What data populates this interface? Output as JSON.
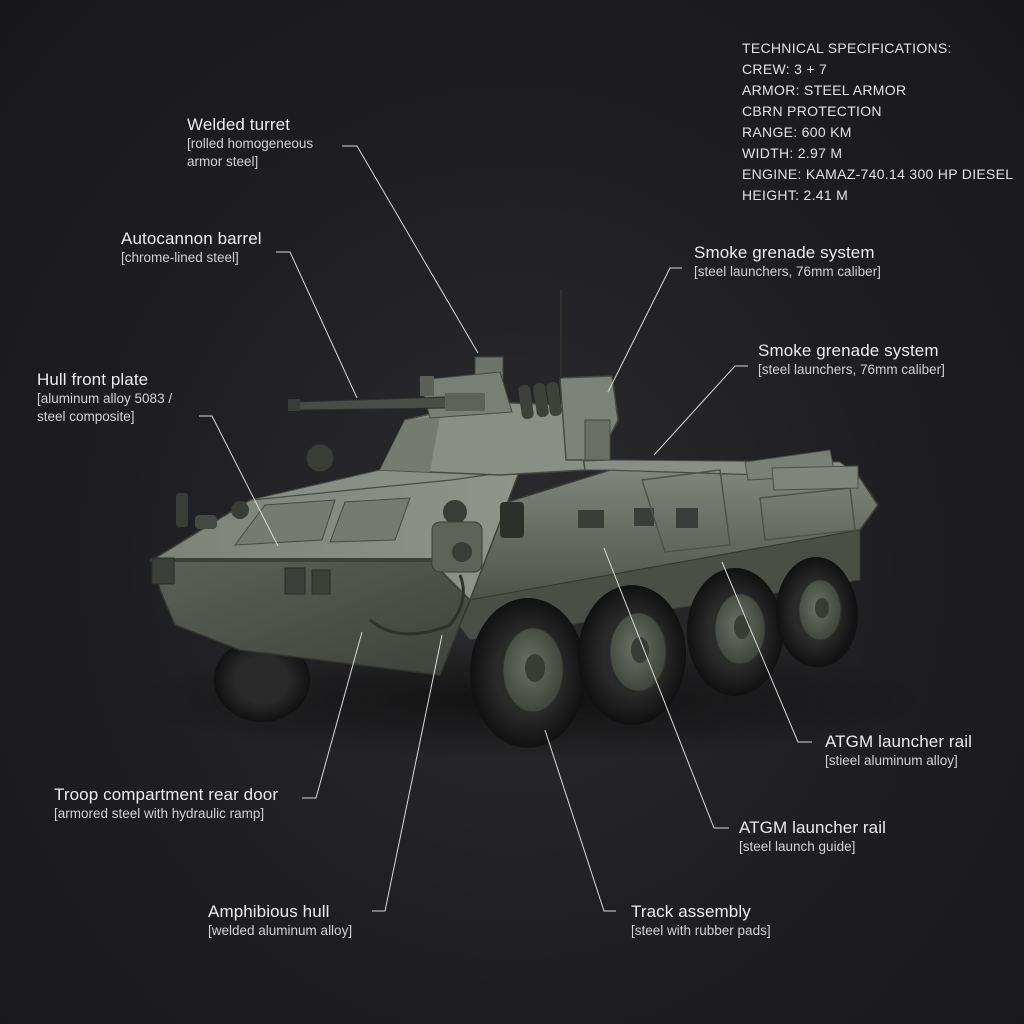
{
  "specifications": {
    "heading": "TECHNICAL SPECIFICATIONS:",
    "lines": [
      "CREW: 3 + 7",
      "ARMOR: STEEL ARMOR",
      "CBRN PROTECTION",
      "RANGE: 600 KM",
      "WIDTH: 2.97 M",
      "ENGINE: KAMAZ-740.14 300 HP DIESEL",
      "HEIGHT: 2.41 M"
    ]
  },
  "callouts": [
    {
      "id": "welded-turret",
      "title": "Welded turret",
      "sub": [
        "[rolled homogeneous",
        "armor steel]"
      ]
    },
    {
      "id": "autocannon-barrel",
      "title": "Autocannon barrel",
      "sub": [
        "[chrome-lined steel]"
      ]
    },
    {
      "id": "hull-front-plate",
      "title": "Hull front plate",
      "sub": [
        "[aluminum alloy 5083 /",
        "steel composite]"
      ]
    },
    {
      "id": "smoke-grenade-1",
      "title": "Smoke grenade system",
      "sub": [
        "[steel launchers, 76mm caliber]"
      ]
    },
    {
      "id": "smoke-grenade-2",
      "title": "Smoke grenade system",
      "sub": [
        "[steel launchers, 76mm caliber]"
      ]
    },
    {
      "id": "atgm-rail-1",
      "title": "ATGM launcher rail",
      "sub": [
        "[stieel aluminum alloy]"
      ]
    },
    {
      "id": "atgm-rail-2",
      "title": "ATGM launcher rail",
      "sub": [
        "[steel launch guide]"
      ]
    },
    {
      "id": "troop-door",
      "title": "Troop compartment rear door",
      "sub": [
        "[armored steel with hydraulic ramp]"
      ]
    },
    {
      "id": "amphibious-hull",
      "title": "Amphibious hull",
      "sub": [
        "[welded aluminum alloy]"
      ]
    },
    {
      "id": "track-assembly",
      "title": "Track assembly",
      "sub": [
        "[steel with rubber pads]"
      ]
    }
  ],
  "colors": {
    "hull": "#6c7168",
    "hull_light": "#878c82",
    "hull_dark": "#4a4e47",
    "tire": "#1b1b1b",
    "rim": "#4f5549"
  }
}
